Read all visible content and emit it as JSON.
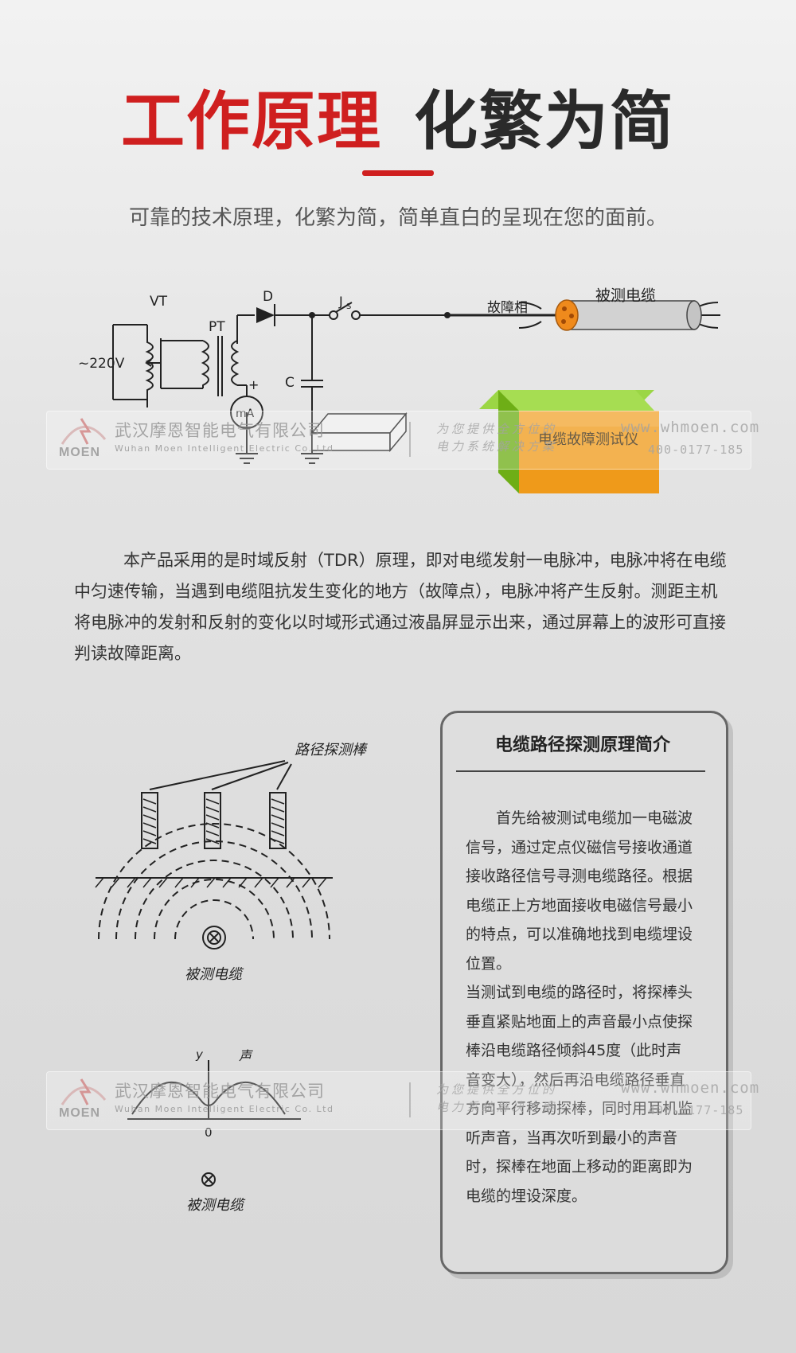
{
  "header": {
    "title_red": "工作原理",
    "title_dark": "化繁为简",
    "subtitle": "可靠的技术原理，化繁为简，简单直白的呈现在您的面前。"
  },
  "circuit": {
    "label_vt": "VT",
    "label_pt": "PT",
    "label_d": "D",
    "label_js": "J",
    "label_js_sub": "S",
    "label_220v": "~220V",
    "label_c": "C",
    "label_plus": "+",
    "label_ma": "mA",
    "label_fault_phase": "故障相",
    "label_cable": "被测电缆",
    "label_device": "电缆故障测试仪"
  },
  "principle": {
    "paragraph": "本产品采用的是时域反射（TDR）原理，即对电缆发射一电脉冲，电脉冲将在电缆中匀速传输，当遇到电缆阻抗发生变化的地方（故障点），电脉冲将产生反射。测距主机将电脉冲的发射和反射的变化以时域形式通过液晶屏显示出来，通过屏幕上的波形可直接判读故障距离。"
  },
  "path_diagram": {
    "label_probe": "路径探测棒",
    "label_cable_1": "被测电缆",
    "label_y": "y",
    "label_sound": "声",
    "label_zero": "0",
    "label_cable_2": "被测电缆"
  },
  "info_box": {
    "title": "电缆路径探测原理简介",
    "paragraph_1": "首先给被测试电缆加一电磁波信号，通过定点仪磁信号接收通道接收路径信号寻测电缆路径。根据电缆正上方地面接收电磁信号最小的特点，可以准确地找到电缆埋设位置。",
    "paragraph_2": "当测试到电缆的路径时，将探棒头垂直紧贴地面上的声音最小点使探棒沿电缆路径倾斜45度（此时声音变大），然后再沿电缆路径垂直方向平行移动探棒，同时用耳机监听声音，当再次听到最小的声音时，探棒在地面上移动的距离即为电缆的埋设深度。"
  },
  "watermark": {
    "logo_text": "MOEN",
    "company_cn": "武汉摩恩智能电气有限公司",
    "company_en": "Wuhan Moen Intelligent Electric Co. Ltd",
    "slogan_1": "为您提供全方位的",
    "slogan_2": "电力系统解决方案",
    "url": "www.whmoen.com",
    "phone": "400-0177-185"
  },
  "colors": {
    "accent_red": "#cf1f1f",
    "device_green": "#7fc41f",
    "device_orange": "#ef9a1a",
    "cable_orange": "#ef8a1c"
  }
}
